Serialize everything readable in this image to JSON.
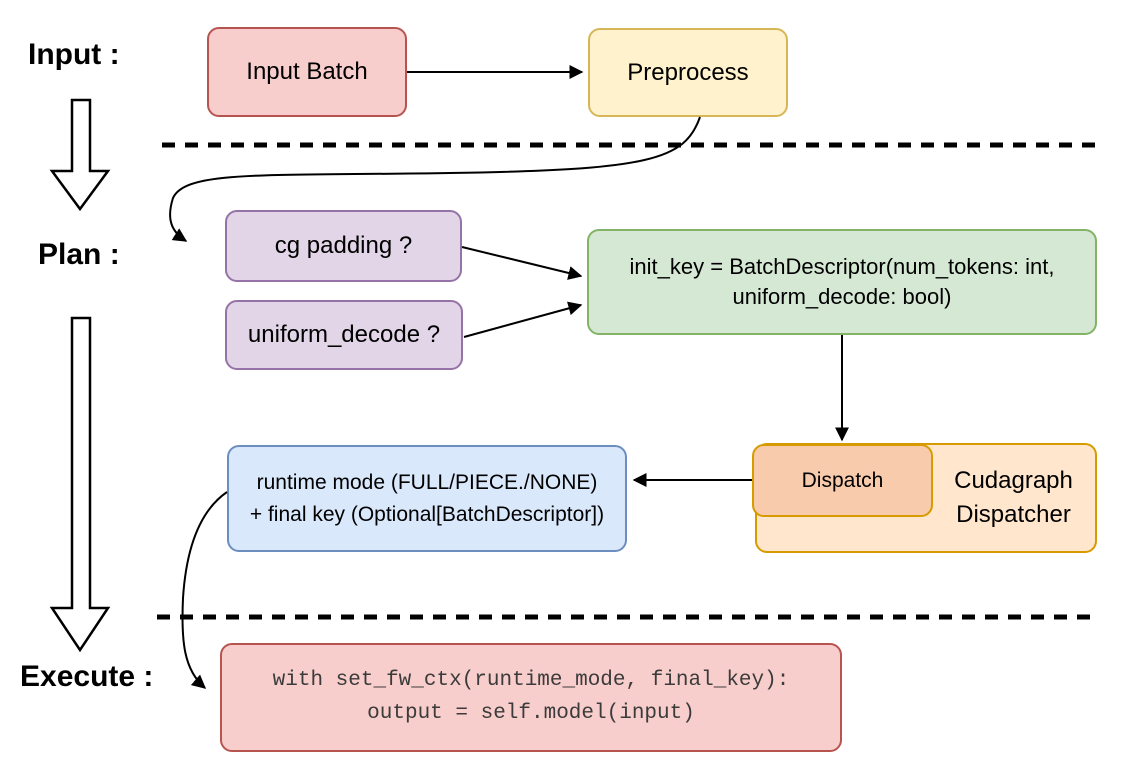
{
  "palette": {
    "red_fill": "#F8CECC",
    "red_stroke": "#B85450",
    "yellow_fill": "#FFF2CC",
    "yellow_stroke": "#D6B656",
    "purple_fill": "#E1D5E7",
    "purple_stroke": "#9673A6",
    "green_fill": "#D5E8D4",
    "green_stroke": "#82B366",
    "blue_fill": "#DAE8FC",
    "blue_stroke": "#6C8EBF",
    "orange_fill": "#FFE6CC",
    "orange_inner_fill": "#F8CBAD",
    "orange_stroke": "#D79B00",
    "line_color": "#000000"
  },
  "stages": {
    "input": "Input :",
    "plan": "Plan :",
    "execute": "Execute :"
  },
  "nodes": {
    "input_batch": "Input Batch",
    "preprocess": "Preprocess",
    "cg_padding": "cg padding ?",
    "uniform_decode": "uniform_decode ?",
    "init_key_line1": "init_key = BatchDescriptor(num_tokens: int,",
    "init_key_line2": "uniform_decode: bool)",
    "dispatch": "Dispatch",
    "dispatcher_line1": "Cudagraph",
    "dispatcher_line2": "Dispatcher",
    "runtime_line1": "runtime mode (FULL/PIECE./NONE)",
    "runtime_line2": "+ final key (Optional[BatchDescriptor])",
    "code_line1": "with set_fw_ctx(runtime_mode, final_key):",
    "code_line2": "output = self.model(input)"
  }
}
